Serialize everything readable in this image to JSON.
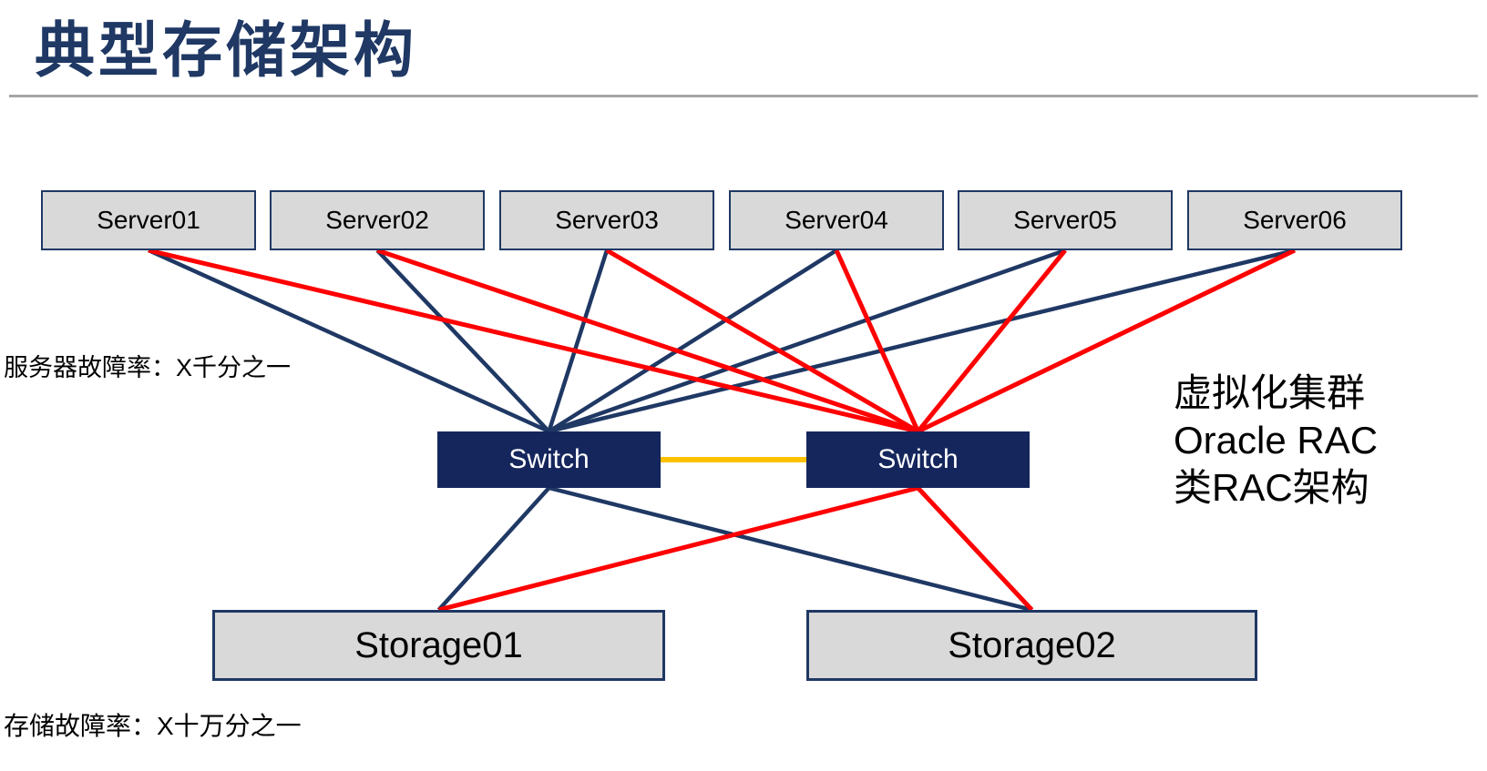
{
  "slide": {
    "title": "典型存储架构"
  },
  "servers": [
    {
      "label": "Server01"
    },
    {
      "label": "Server02"
    },
    {
      "label": "Server03"
    },
    {
      "label": "Server04"
    },
    {
      "label": "Server05"
    },
    {
      "label": "Server06"
    }
  ],
  "switches": [
    {
      "label": "Switch"
    },
    {
      "label": "Switch"
    }
  ],
  "storages": [
    {
      "label": "Storage01"
    },
    {
      "label": "Storage02"
    }
  ],
  "annotations": {
    "server_failure_rate": "服务器故障率：X千分之一",
    "storage_failure_rate": "存储故障率：X十万分之一",
    "cluster_note_lines": [
      "虚拟化集群",
      "Oracle RAC",
      "类RAC架构"
    ]
  },
  "colors": {
    "navy": "#1F3864",
    "red": "#FF0000",
    "yellow": "#FFC000",
    "box_fill": "#D9D9D9",
    "switch_fill": "#15265D",
    "divider_gray": "#A6A6A6"
  },
  "edges": [
    {
      "from": "switch-1",
      "from_side": "right",
      "to": "switch-2",
      "to_side": "left",
      "color": "yellow",
      "width": 6
    },
    {
      "from": "server-1",
      "from_side": "bottom",
      "to": "switch-1",
      "to_side": "top",
      "color": "navy",
      "width": 4.5
    },
    {
      "from": "server-2",
      "from_side": "bottom",
      "to": "switch-1",
      "to_side": "top",
      "color": "navy",
      "width": 4.5
    },
    {
      "from": "server-3",
      "from_side": "bottom",
      "to": "switch-1",
      "to_side": "top",
      "color": "navy",
      "width": 4.5
    },
    {
      "from": "server-4",
      "from_side": "bottom",
      "to": "switch-1",
      "to_side": "top",
      "color": "navy",
      "width": 4.5
    },
    {
      "from": "server-5",
      "from_side": "bottom",
      "to": "switch-1",
      "to_side": "top",
      "color": "navy",
      "width": 4.5
    },
    {
      "from": "server-6",
      "from_side": "bottom",
      "to": "switch-1",
      "to_side": "top",
      "color": "navy",
      "width": 4.5
    },
    {
      "from": "switch-1",
      "from_side": "bottom",
      "to": "storage-1",
      "to_side": "top",
      "color": "navy",
      "width": 4.5
    },
    {
      "from": "switch-1",
      "from_side": "bottom",
      "to": "storage-2",
      "to_side": "top",
      "color": "navy",
      "width": 4.5
    },
    {
      "from": "server-1",
      "from_side": "bottom",
      "to": "switch-2",
      "to_side": "top",
      "color": "red",
      "width": 5
    },
    {
      "from": "server-2",
      "from_side": "bottom",
      "to": "switch-2",
      "to_side": "top",
      "color": "red",
      "width": 5
    },
    {
      "from": "server-3",
      "from_side": "bottom",
      "to": "switch-2",
      "to_side": "top",
      "color": "red",
      "width": 5
    },
    {
      "from": "server-4",
      "from_side": "bottom",
      "to": "switch-2",
      "to_side": "top",
      "color": "red",
      "width": 5
    },
    {
      "from": "server-5",
      "from_side": "bottom",
      "to": "switch-2",
      "to_side": "top",
      "color": "red",
      "width": 5
    },
    {
      "from": "server-6",
      "from_side": "bottom",
      "to": "switch-2",
      "to_side": "top",
      "color": "red",
      "width": 5
    },
    {
      "from": "switch-2",
      "from_side": "bottom",
      "to": "storage-1",
      "to_side": "top",
      "color": "red",
      "width": 5
    },
    {
      "from": "switch-2",
      "from_side": "bottom",
      "to": "storage-2",
      "to_side": "top",
      "color": "red",
      "width": 5
    }
  ]
}
